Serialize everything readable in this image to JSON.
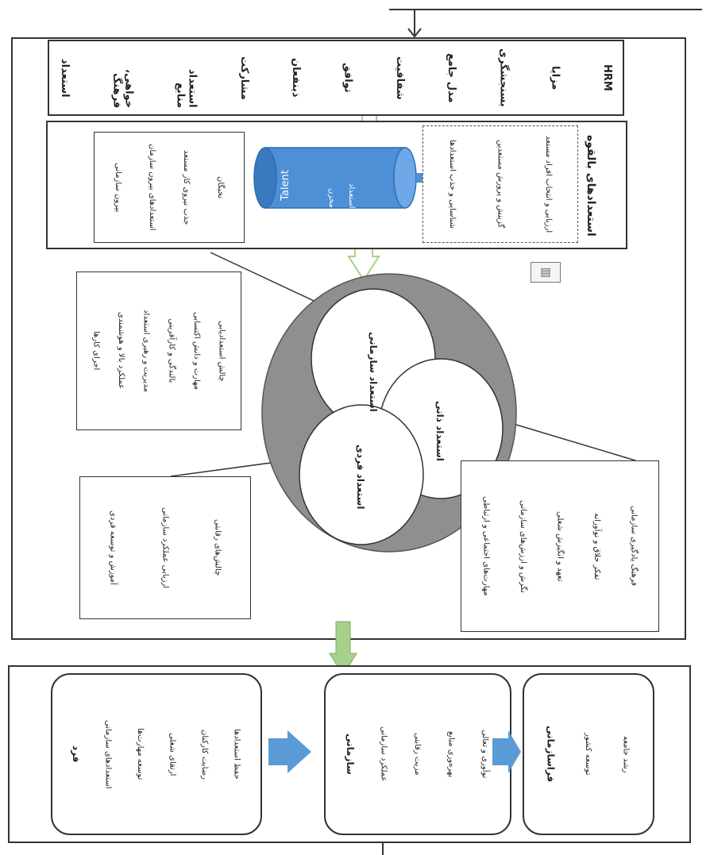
{
  "factors_box": {
    "items": [
      "استعداد",
      "خواهی، فرهنگ",
      "استعداد منابع",
      "مشارکت",
      "ذینفعان",
      "توافق",
      "شفافیت",
      "مدل جامع",
      "بسنجشگری",
      "مزایا",
      "HRM"
    ]
  },
  "pool_section": {
    "title": "استعدادهای بالقوه",
    "dashed_lines": [
      "شناسایی و جذب استعدادها",
      "گزینش و پرورش مستعدین",
      "ارزیابی و انتخاب افراد مستعد"
    ],
    "tank_label": "Talent",
    "tank_sublabels": [
      "مخزن",
      "استعداد"
    ],
    "right_lines": [
      "بیرون سازمانی",
      "استعدادهای بیرون سازمان",
      "جذب نیروی کار مستعد",
      "نخبگان"
    ]
  },
  "venn": {
    "labels": [
      "استعداد فردی",
      "استعداد سازمانی",
      "استعداد ذاتی"
    ]
  },
  "notes": {
    "top": [
      "اجرای کارها",
      "عملکرد بالا و هوشمندی",
      "مدیریت و رهبری استعداد",
      "بالندگی و کارآفرینی",
      "مهارت و دانش اکتسابی",
      "چالش استعدادیابی"
    ],
    "left": [
      "آموزش و توسعه فردی",
      "ارزیابی عملکرد سازمانی",
      "چالش‌های رقابتی"
    ],
    "bottom": [
      "مهارت‌های اجتماعی و ارتباطی",
      "نگرش و ارزش‌های سازمانی",
      "تعهد و انگیزش شغلی",
      "تفکر خلاق و نوآورانه",
      "فرهنگ یادگیری سازمانی"
    ]
  },
  "outcomes": {
    "box1": {
      "title": "فرد",
      "lines": [
        "استعدادهای سازمانی",
        "توسعه مهارت‌ها",
        "ارتقای شغلی",
        "رضایت کارکنان",
        "حفظ استعدادها"
      ]
    },
    "box2": {
      "title": "سازمانی",
      "lines": [
        "عملکرد سازمانی",
        "مزیت رقابتی",
        "بهره‌وری منابع",
        "نوآوری و تعالی"
      ]
    },
    "box3": {
      "title": "فراسازمانی",
      "lines": [
        "توسعه کشور",
        "رشد جامعه"
      ]
    }
  },
  "colors": {
    "tank": "#4f8fd6",
    "venn_ring": "#8f8f8f",
    "arrow_green": "#a8d08d",
    "arrow_blue": "#5b9bd5"
  }
}
